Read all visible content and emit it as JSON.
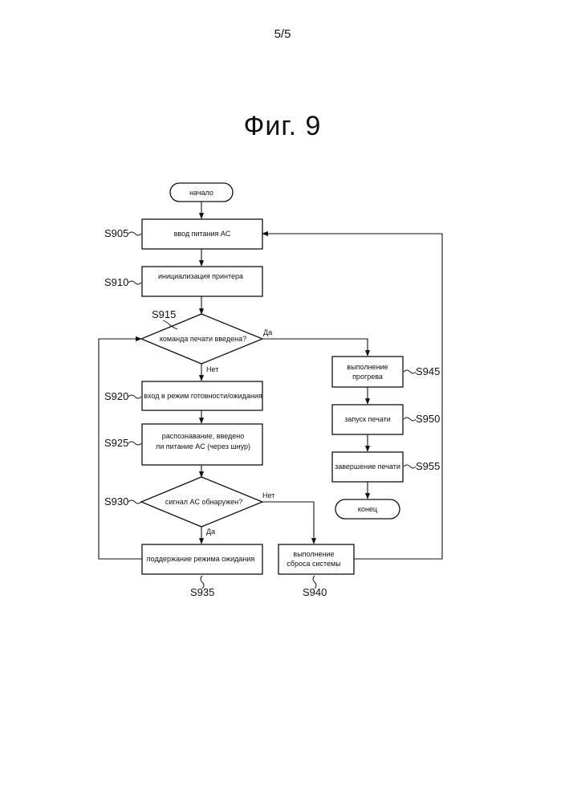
{
  "page_number": "5/5",
  "figure_title": "Фиг. 9",
  "nodes": {
    "start": "начало",
    "s905": "ввод питания AC",
    "s910": "инициализация принтера",
    "s915": "команда печати введена?",
    "s920": "вход в режим готовности/ожидания",
    "s925_line1": "распознавание, введено",
    "s925_line2": "ли питание AC (через шнур)",
    "s930": "сигнал AC обнаружен?",
    "s935": "поддержание режима ожидания",
    "s940_line1": "выполнение",
    "s940_line2": "сброса системы",
    "s945_line1": "выполнение",
    "s945_line2": "прогрева",
    "s950": "запуск печати",
    "s955": "завершение печати",
    "end": "конец"
  },
  "step_labels": {
    "s905": "S905",
    "s910": "S910",
    "s915": "S915",
    "s920": "S920",
    "s925": "S925",
    "s930": "S930",
    "s935": "S935",
    "s940": "S940",
    "s945": "S945",
    "s950": "S950",
    "s955": "S955"
  },
  "edge_labels": {
    "s915_yes": "Да",
    "s915_no": "Нет",
    "s930_no": "Нет",
    "s930_yes": "Да"
  }
}
